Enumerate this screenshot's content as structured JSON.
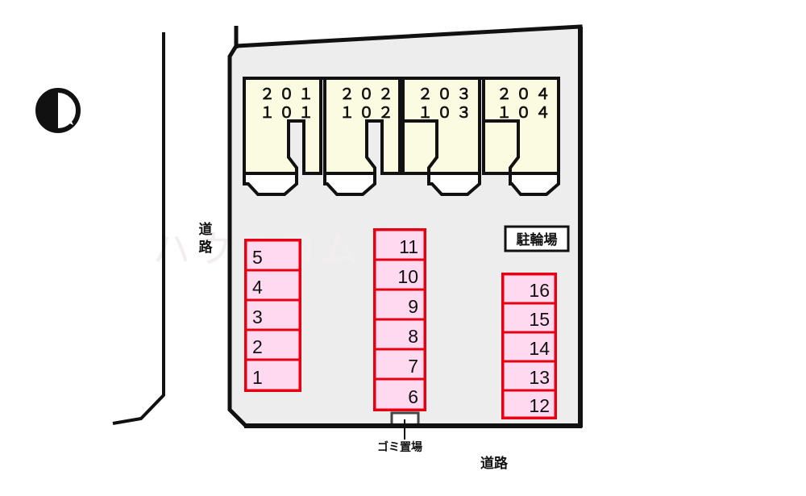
{
  "plan": {
    "title": "apartment-site-plan",
    "watermark": "ハウスコム",
    "colors": {
      "site_fill": "#ededed",
      "building_fill": "#fbfbe2",
      "stall_fill": "#ffd9ef",
      "stall_border": "#e60012",
      "outline": "#111111",
      "porch_fill": "#ffffff",
      "watermark": "#f2eef0"
    },
    "compass": {
      "name": "north-arrow",
      "label": ""
    },
    "roads": [
      {
        "id": "road-west",
        "label": "道路",
        "orientation": "vertical"
      },
      {
        "id": "road-south",
        "label": "道路",
        "orientation": "horizontal"
      }
    ],
    "building": {
      "name": "apartment-building",
      "units": [
        {
          "upper": "２０１",
          "lower": "１０１"
        },
        {
          "upper": "２０２",
          "lower": "１０２"
        },
        {
          "upper": "２０３",
          "lower": "１０３"
        },
        {
          "upper": "２０４",
          "lower": "１０４"
        }
      ]
    },
    "facilities": [
      {
        "id": "bicycle-parking",
        "label": "駐輪場"
      },
      {
        "id": "garbage-area",
        "label": "ゴミ置場"
      }
    ],
    "parking_blocks": [
      {
        "id": "parking-block-west",
        "align": "left",
        "stalls": [
          "5",
          "4",
          "3",
          "2",
          "1"
        ]
      },
      {
        "id": "parking-block-center",
        "align": "right",
        "stalls": [
          "11",
          "10",
          "9",
          "8",
          "7",
          "6"
        ]
      },
      {
        "id": "parking-block-east",
        "align": "right",
        "stalls": [
          "16",
          "15",
          "14",
          "13",
          "12"
        ]
      }
    ]
  }
}
